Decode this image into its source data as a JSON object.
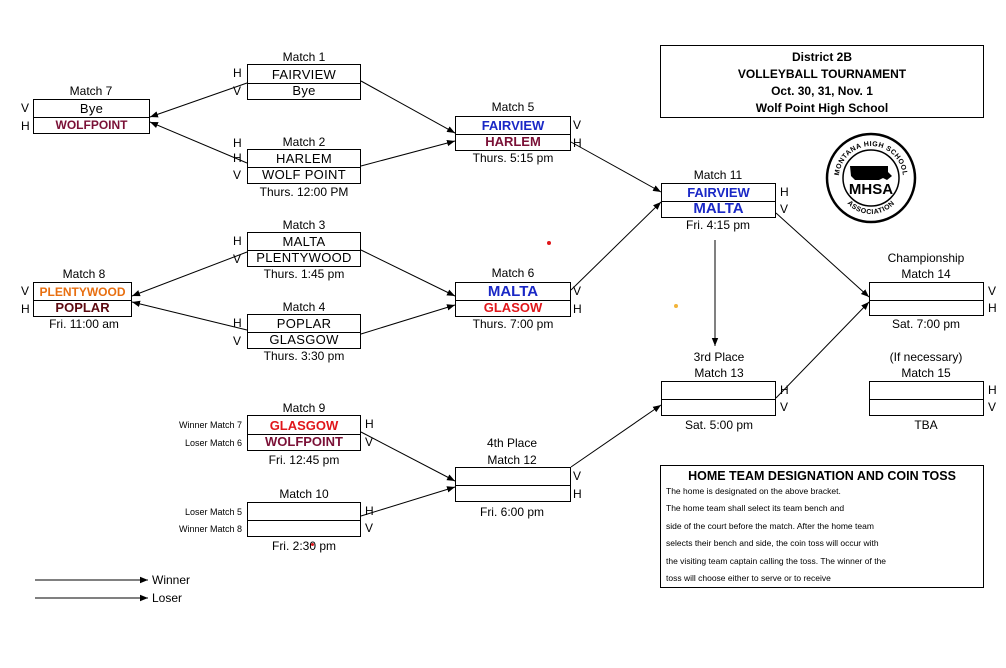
{
  "colors": {
    "blue": "#1a28c6",
    "maroon": "#7a1036",
    "red": "#e0161a",
    "orange": "#e86f10",
    "darkred": "#5c0a10",
    "black": "#000000"
  },
  "side": {
    "h": "H",
    "v": "V"
  },
  "match1": {
    "title": "Match 1",
    "team1": "FAIRVIEW",
    "team2": "Bye"
  },
  "match2": {
    "title": "Match 2",
    "team1": "HARLEM",
    "team2": "WOLF POINT",
    "time": "Thurs. 12:00 PM"
  },
  "match3": {
    "title": "Match 3",
    "team1": "MALTA",
    "team2": "PLENTYWOOD",
    "time": "Thurs. 1:45 pm"
  },
  "match4": {
    "title": "Match 4",
    "team1": "POPLAR",
    "team2": "GLASGOW",
    "time": "Thurs. 3:30 pm"
  },
  "match5": {
    "title": "Match 5",
    "team1": "FAIRVIEW",
    "team2": "HARLEM",
    "time": "Thurs. 5:15 pm"
  },
  "match6": {
    "title": "Match 6",
    "team1": "MALTA",
    "team2": "GLASOW",
    "time": "Thurs. 7:00 pm"
  },
  "match7": {
    "title": "Match 7",
    "team1": "Bye",
    "team2": "WOLFPOINT"
  },
  "match8": {
    "title": "Match 8",
    "team1": "PLENTYWOOD",
    "team2": "POPLAR",
    "time": "Fri. 11:00 am"
  },
  "match9": {
    "title": "Match 9",
    "team1": "GLASGOW",
    "team2": "WOLFPOINT",
    "time": "Fri. 12:45 pm",
    "source1": "Winner Match 7",
    "source2": "Loser Match 6"
  },
  "match10": {
    "title": "Match 10",
    "team1": "",
    "team2": "",
    "time": "Fri. 2:30 pm",
    "source1": "Loser Match 5",
    "source2": "Winner Match 8"
  },
  "match11": {
    "title": "Match 11",
    "team1": "FAIRVIEW",
    "team2": "MALTA",
    "time": "Fri. 4:15 pm"
  },
  "match12": {
    "heading": "4th Place",
    "title": "Match 12",
    "team1": "",
    "team2": "",
    "time": "Fri. 6:00 pm"
  },
  "match13": {
    "heading": "3rd Place",
    "title": "Match 13",
    "team1": "",
    "team2": "",
    "time": "Sat. 5:00 pm"
  },
  "match14": {
    "heading": "Championship",
    "title": "Match 14",
    "team1": "",
    "team2": "",
    "time": "Sat. 7:00 pm"
  },
  "match15": {
    "heading": "(If necessary)",
    "title": "Match 15",
    "team1": "",
    "team2": "",
    "time": "TBA"
  },
  "header": {
    "line1": "District 2B",
    "line2": "VOLLEYBALL TOURNAMENT",
    "line3": "Oct. 30, 31, Nov. 1",
    "line4": "Wolf Point High School"
  },
  "logo": {
    "top_text": "MONTANA HIGH SCHOOL",
    "center": "MHSA",
    "bottom_text": "ASSOCIATION"
  },
  "info": {
    "heading": "HOME TEAM DESIGNATION AND COIN TOSS",
    "lines": [
      "The home is designated on the above bracket.",
      "The home team shall select its team bench and",
      "side of the court before the match.  After the home team",
      "selects their bench and side, the coin toss will occur with",
      "the visiting team captain calling the toss.  The winner of the",
      "toss will choose either to serve or to receive"
    ]
  },
  "legend": {
    "winner": "Winner",
    "loser": "Loser"
  }
}
